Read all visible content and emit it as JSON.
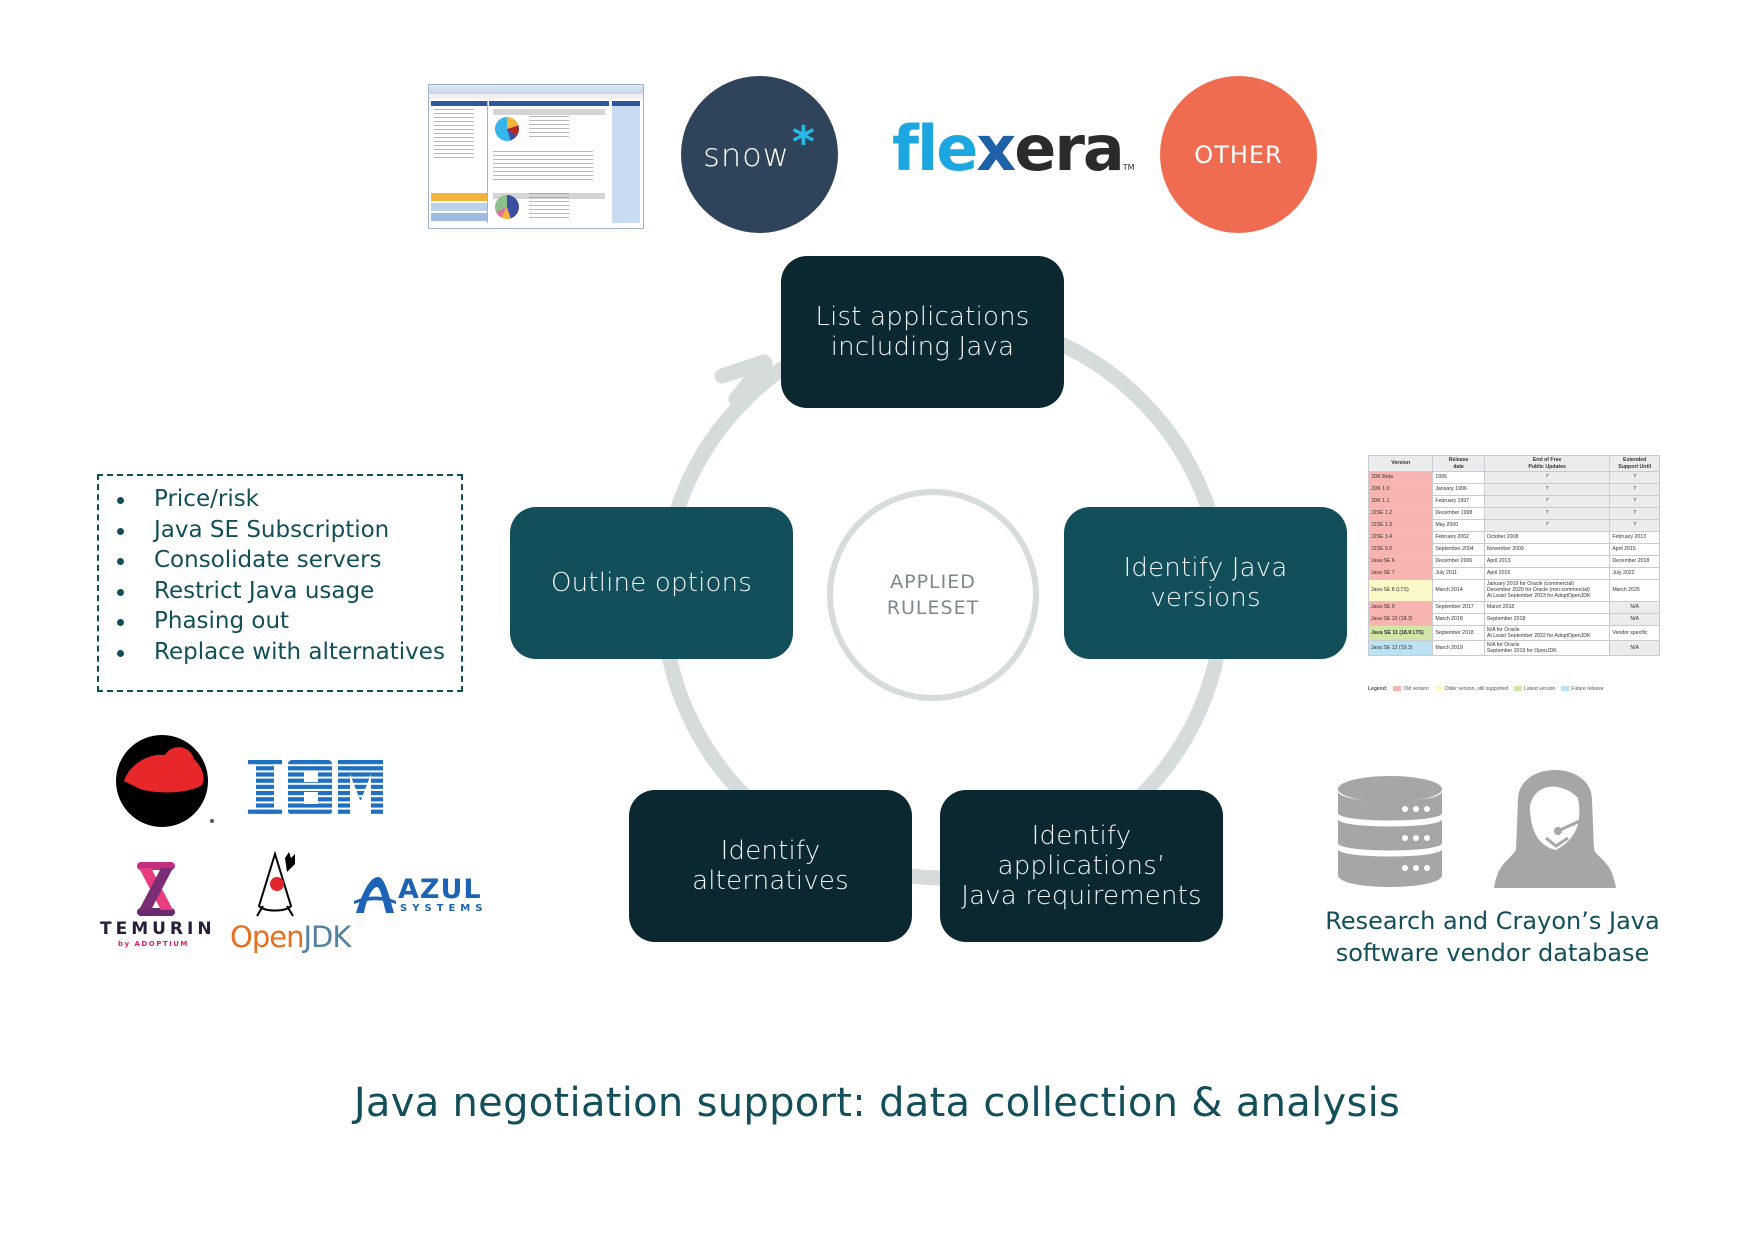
{
  "page": {
    "title": "Java negotiation support: data collection & analysis"
  },
  "cycle": {
    "center_label": "APPLIED\nRULESET",
    "steps": [
      {
        "label": "List applications\nincluding Java"
      },
      {
        "label": "Identify Java\nversions"
      },
      {
        "label": "Identify\napplications’\nJava requirements"
      },
      {
        "label": "Identify\nalternatives"
      },
      {
        "label": "Outline options"
      }
    ]
  },
  "tools": {
    "snow_label": "snow",
    "snow_mark": "*",
    "flexera_parts": [
      "fle",
      "x",
      "era"
    ],
    "flexera_tm": "TM",
    "other_label": "OTHER",
    "screenshot_icon": "sam-tool-screenshot"
  },
  "options": {
    "items": [
      "Price/risk",
      "Java SE Subscription",
      "Consolidate servers",
      "Restrict Java usage",
      "Phasing out",
      "Replace with alternatives"
    ]
  },
  "vendors": {
    "redhat_icon": "redhat-logo",
    "ibm_label": "IBM",
    "temurin_label": "TEMURIN",
    "temurin_by": "by ADOPTIUM",
    "openjdk_open": "Open",
    "openjdk_jdk": "JDK",
    "azul_label": "AZUL",
    "azul_sub": "SYSTEMS"
  },
  "versions_table": {
    "headers": [
      "Version",
      "Release\ndate",
      "End of Free\nPublic Updates",
      "Extended\nSupport Until"
    ],
    "rows": [
      {
        "version": "JDK Beta",
        "release": "1995",
        "free": "?",
        "extended": "?",
        "status": "old"
      },
      {
        "version": "JDK 1.0",
        "release": "January 1996",
        "free": "?",
        "extended": "?",
        "status": "old"
      },
      {
        "version": "JDK 1.1",
        "release": "February 1997",
        "free": "?",
        "extended": "?",
        "status": "old"
      },
      {
        "version": "J2SE 1.2",
        "release": "December 1998",
        "free": "?",
        "extended": "?",
        "status": "old"
      },
      {
        "version": "J2SE 1.3",
        "release": "May 2000",
        "free": "?",
        "extended": "?",
        "status": "old"
      },
      {
        "version": "J2SE 1.4",
        "release": "February 2002",
        "free": "October 2008",
        "extended": "February 2013",
        "status": "old"
      },
      {
        "version": "J2SE 5.0",
        "release": "September 2004",
        "free": "November 2009",
        "extended": "April 2015",
        "status": "old"
      },
      {
        "version": "Java SE 6",
        "release": "December 2006",
        "free": "April 2013",
        "extended": "December 2018",
        "status": "old"
      },
      {
        "version": "Java SE 7",
        "release": "July 2011",
        "free": "April 2015",
        "extended": "July 2022",
        "status": "old"
      },
      {
        "version": "Java SE 8 (LTS)",
        "release": "March 2014",
        "free": "January 2019 for Oracle (commercial)\nDecember 2020 for Oracle (non-commercial)\nAt Least September 2023 for AdoptOpenJDK",
        "extended": "March 2025",
        "status": "older"
      },
      {
        "version": "Java SE 9",
        "release": "September 2017",
        "free": "March 2018",
        "extended": "N/A",
        "status": "old"
      },
      {
        "version": "Java SE 10 (18.3)",
        "release": "March 2018",
        "free": "September 2018",
        "extended": "N/A",
        "status": "old"
      },
      {
        "version": "Java SE 11 (18.9 LTS)",
        "release": "September 2018",
        "free": "N/A for Oracle\nAt Least September 2022 for AdoptOpenJDK",
        "extended": "Vendor specific",
        "status": "latest"
      },
      {
        "version": "Java SE 12 (19.3)",
        "release": "March 2019",
        "free": "N/A for Oracle\nSeptember 2019 for OpenJDK",
        "extended": "N/A",
        "status": "future"
      }
    ],
    "legend": {
      "title": "Legend:",
      "items": [
        {
          "label": "Old version",
          "color": "#f8b4b0"
        },
        {
          "label": "Older version, still supported",
          "color": "#fdf8c8"
        },
        {
          "label": "Latest version",
          "color": "#d2e6a6"
        },
        {
          "label": "Future release",
          "color": "#bde2f3"
        }
      ]
    }
  },
  "research": {
    "caption": "Research and Crayon’s Java\nsoftware vendor database",
    "icons": [
      "database-icon",
      "support-agent-icon"
    ]
  },
  "colors": {
    "dark_box": "#0b2730",
    "teal_box": "#124f5a",
    "ring": "#d6dbdc",
    "text_teal": "#124f5a",
    "snow": "#2f435a",
    "other": "#f06c50"
  }
}
